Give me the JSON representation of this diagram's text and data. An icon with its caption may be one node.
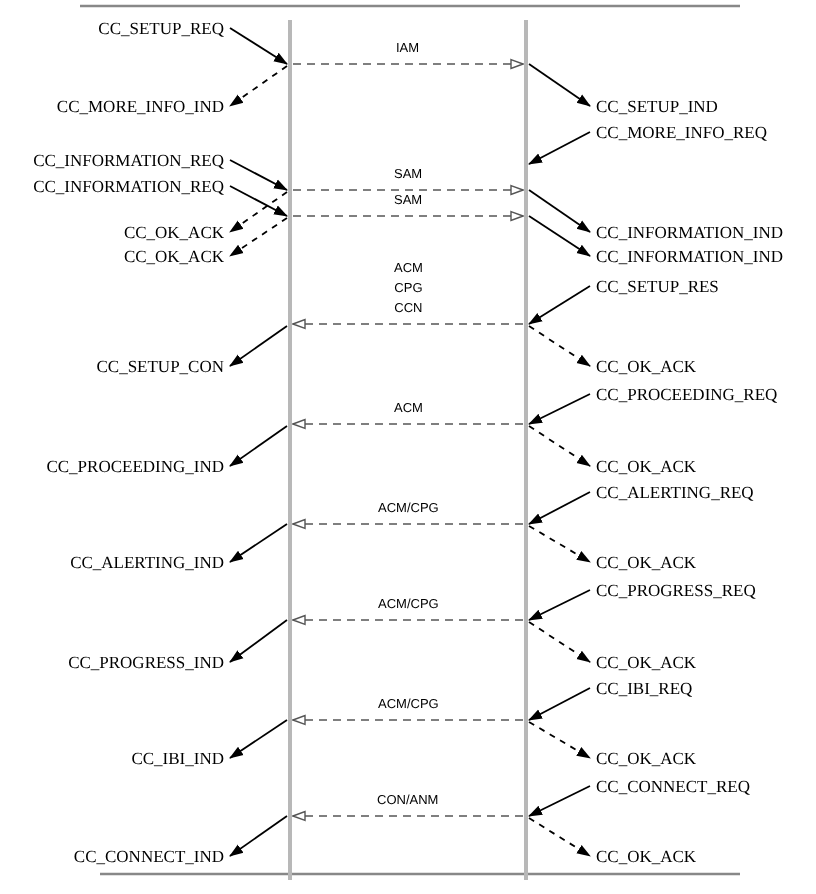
{
  "diagram": {
    "nodes": [
      {
        "text": [],
        "shape": "bar"
      },
      {
        "text": [],
        "shape": "bar"
      },
      {
        "text": [
          "CC_SETUP_REQ"
        ]
      },
      {
        "text": [
          "CC_MORE_INFO_IND"
        ]
      },
      {
        "text": [
          "CC_SETUP_IND"
        ]
      },
      {
        "text": [
          "CC_MORE_INFO_REQ"
        ]
      },
      {
        "text": [
          "CC_INFORMATION_REQ"
        ]
      },
      {
        "text": [
          "CC_INFORMATION_REQ"
        ]
      },
      {
        "text": [
          "CC_OK_ACK"
        ]
      },
      {
        "text": [
          "CC_INFORMATION_IND"
        ]
      },
      {
        "text": [
          "CC_OK_ACK"
        ]
      },
      {
        "text": [
          "CC_INFORMATION_IND"
        ]
      },
      {
        "text": [
          "CC_SETUP_RES"
        ]
      },
      {
        "text": [
          "CC_SETUP_CON"
        ]
      },
      {
        "text": [
          "CC_OK_ACK"
        ]
      },
      {
        "text": [
          "CC_PROCEEDING_REQ"
        ]
      },
      {
        "text": [
          "CC_PROCEEDING_IND"
        ]
      },
      {
        "text": [
          "CC_OK_ACK"
        ]
      },
      {
        "text": [
          "CC_ALERTING_REQ"
        ]
      },
      {
        "text": [
          "CC_ALERTING_IND"
        ]
      },
      {
        "text": [
          "CC_OK_ACK"
        ]
      },
      {
        "text": [
          "CC_PROGRESS_REQ"
        ]
      },
      {
        "text": [
          "CC_PROGRESS_IND"
        ]
      },
      {
        "text": [
          "CC_OK_ACK"
        ]
      },
      {
        "text": [
          "CC_IBI_REQ"
        ]
      },
      {
        "text": [
          "CC_IBI_IND"
        ]
      },
      {
        "text": [
          "CC_OK_ACK"
        ]
      },
      {
        "text": [
          "CC_CONNECT_REQ"
        ]
      },
      {
        "text": [
          "CC_CONNECT_IND"
        ]
      },
      {
        "text": [
          "CC_OK_ACK"
        ]
      }
    ],
    "edges": [
      {
        "from": 2,
        "to": 0,
        "arrow": "to"
      },
      {
        "from": 0,
        "to": 1,
        "arrow": "to",
        "label": "IAM",
        "style": "dashed"
      },
      {
        "from": 0,
        "to": 3,
        "arrow": "to",
        "style": "dashed"
      },
      {
        "from": 1,
        "to": 4,
        "arrow": "to"
      },
      {
        "from": 5,
        "to": 1,
        "arrow": "to"
      },
      {
        "from": 6,
        "to": 0,
        "arrow": "to"
      },
      {
        "from": 0,
        "to": 1,
        "arrow": "to",
        "label": "SAM",
        "style": "dashed"
      },
      {
        "from": 0,
        "to": 8,
        "arrow": "to",
        "style": "dashed"
      },
      {
        "from": 1,
        "to": 9,
        "arrow": "to"
      },
      {
        "from": 7,
        "to": 0,
        "arrow": "to"
      },
      {
        "from": 0,
        "to": 1,
        "arrow": "to",
        "label": "SAM",
        "style": "dashed"
      },
      {
        "from": 0,
        "to": 10,
        "arrow": "to",
        "style": "dashed"
      },
      {
        "from": 1,
        "to": 11,
        "arrow": "to"
      },
      {
        "from": 12,
        "to": 1,
        "arrow": "to"
      },
      {
        "from": 1,
        "to": 0,
        "arrow": "to",
        "label": "ACM CPG CCN",
        "style": "dashed"
      },
      {
        "from": 1,
        "to": 14,
        "arrow": "to",
        "style": "dashed"
      },
      {
        "from": 0,
        "to": 13,
        "arrow": "to"
      },
      {
        "from": 15,
        "to": 1,
        "arrow": "to"
      },
      {
        "from": 1,
        "to": 0,
        "arrow": "to",
        "label": "ACM",
        "style": "dashed"
      },
      {
        "from": 1,
        "to": 17,
        "arrow": "to",
        "style": "dashed"
      },
      {
        "from": 0,
        "to": 16,
        "arrow": "to"
      },
      {
        "from": 18,
        "to": 1,
        "arrow": "to"
      },
      {
        "from": 1,
        "to": 0,
        "arrow": "to",
        "label": "ACM/CPG",
        "style": "dashed"
      },
      {
        "from": 1,
        "to": 20,
        "arrow": "to",
        "style": "dashed"
      },
      {
        "from": 0,
        "to": 19,
        "arrow": "to"
      },
      {
        "from": 21,
        "to": 1,
        "arrow": "to"
      },
      {
        "from": 1,
        "to": 0,
        "arrow": "to",
        "label": "ACM/CPG",
        "style": "dashed"
      },
      {
        "from": 1,
        "to": 23,
        "arrow": "to",
        "style": "dashed"
      },
      {
        "from": 0,
        "to": 22,
        "arrow": "to"
      },
      {
        "from": 24,
        "to": 1,
        "arrow": "to"
      },
      {
        "from": 1,
        "to": 0,
        "arrow": "to",
        "label": "ACM/CPG",
        "style": "dashed"
      },
      {
        "from": 1,
        "to": 26,
        "arrow": "to",
        "style": "dashed"
      },
      {
        "from": 0,
        "to": 25,
        "arrow": "to"
      },
      {
        "from": 27,
        "to": 1,
        "arrow": "to"
      },
      {
        "from": 1,
        "to": 0,
        "arrow": "to",
        "label": "CON/ANM",
        "style": "dashed"
      },
      {
        "from": 1,
        "to": 29,
        "arrow": "to",
        "style": "dashed"
      },
      {
        "from": 0,
        "to": 28,
        "arrow": "to"
      }
    ]
  }
}
